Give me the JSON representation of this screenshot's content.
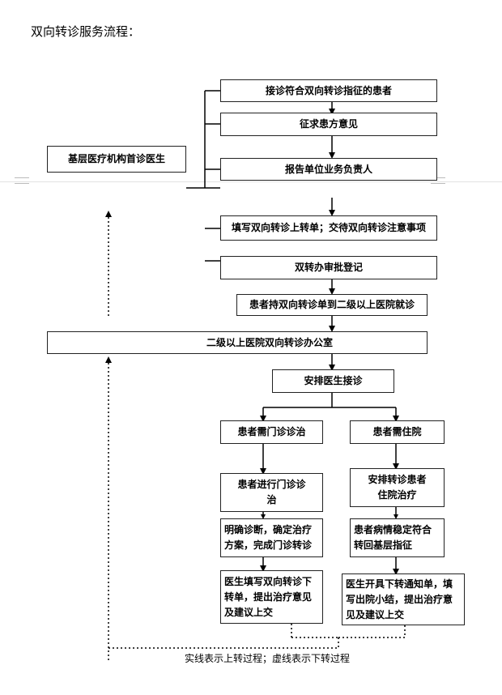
{
  "title": "双向转诊服务流程：",
  "boxes": {
    "b1": "接诊符合双向转诊指征的患者",
    "b2": "征求患方意见",
    "b3": "报告单位业务负责人",
    "primary": "基层医疗机构首诊医生",
    "b4": "填写双向转诊上转单；交待双向转诊注意事项",
    "b5": "双转办审批登记",
    "b6": "患者持双向转诊单到二级以上医院就诊",
    "office": "二级以上医院双向转诊办公室",
    "doctor": "安排医生接诊",
    "outpatient": "患者需门诊诊治",
    "inpatient": "患者需住院",
    "out1": "患者进行门诊诊治",
    "out2": "明确诊断，确定治疗方案，完成门诊转诊",
    "out3": "医生填写双向转诊下转单，提出治疗意见及建议上交",
    "in1": "安排转诊患者住院治疗",
    "in2": "患者病情稳定符合转回基层指征",
    "in3": "医生开具下转通知单，填写出院小结，提出治疗意见及建议上交"
  },
  "note": "实线表示上转过程；虚线表示下转过程"
}
